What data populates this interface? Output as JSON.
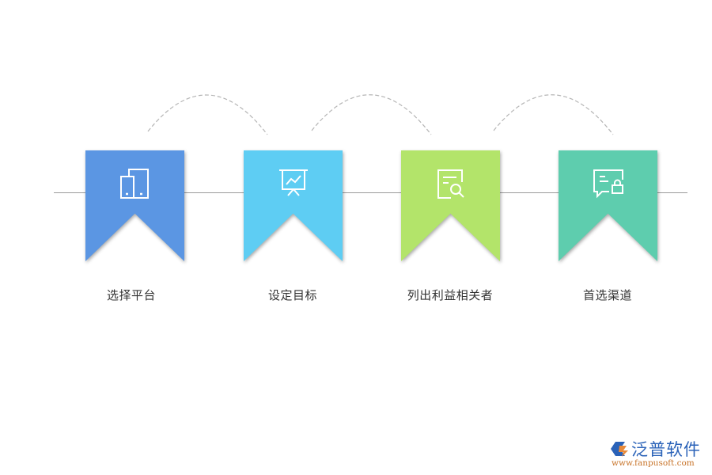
{
  "diagram": {
    "type": "process-steps",
    "steps": [
      {
        "label": "选择平台",
        "icon": "devices-icon",
        "color": "#5b96e3"
      },
      {
        "label": "设定目标",
        "icon": "presentation-chart-icon",
        "color": "#5ecdf3"
      },
      {
        "label": "列出利益相关者",
        "icon": "document-search-icon",
        "color": "#b3e46a"
      },
      {
        "label": "首选渠道",
        "icon": "message-lock-icon",
        "color": "#5ecdae"
      }
    ],
    "connectors": "dashed-arcs"
  },
  "logo": {
    "name": "泛普软件",
    "url": "www.fanpusoft.com"
  }
}
